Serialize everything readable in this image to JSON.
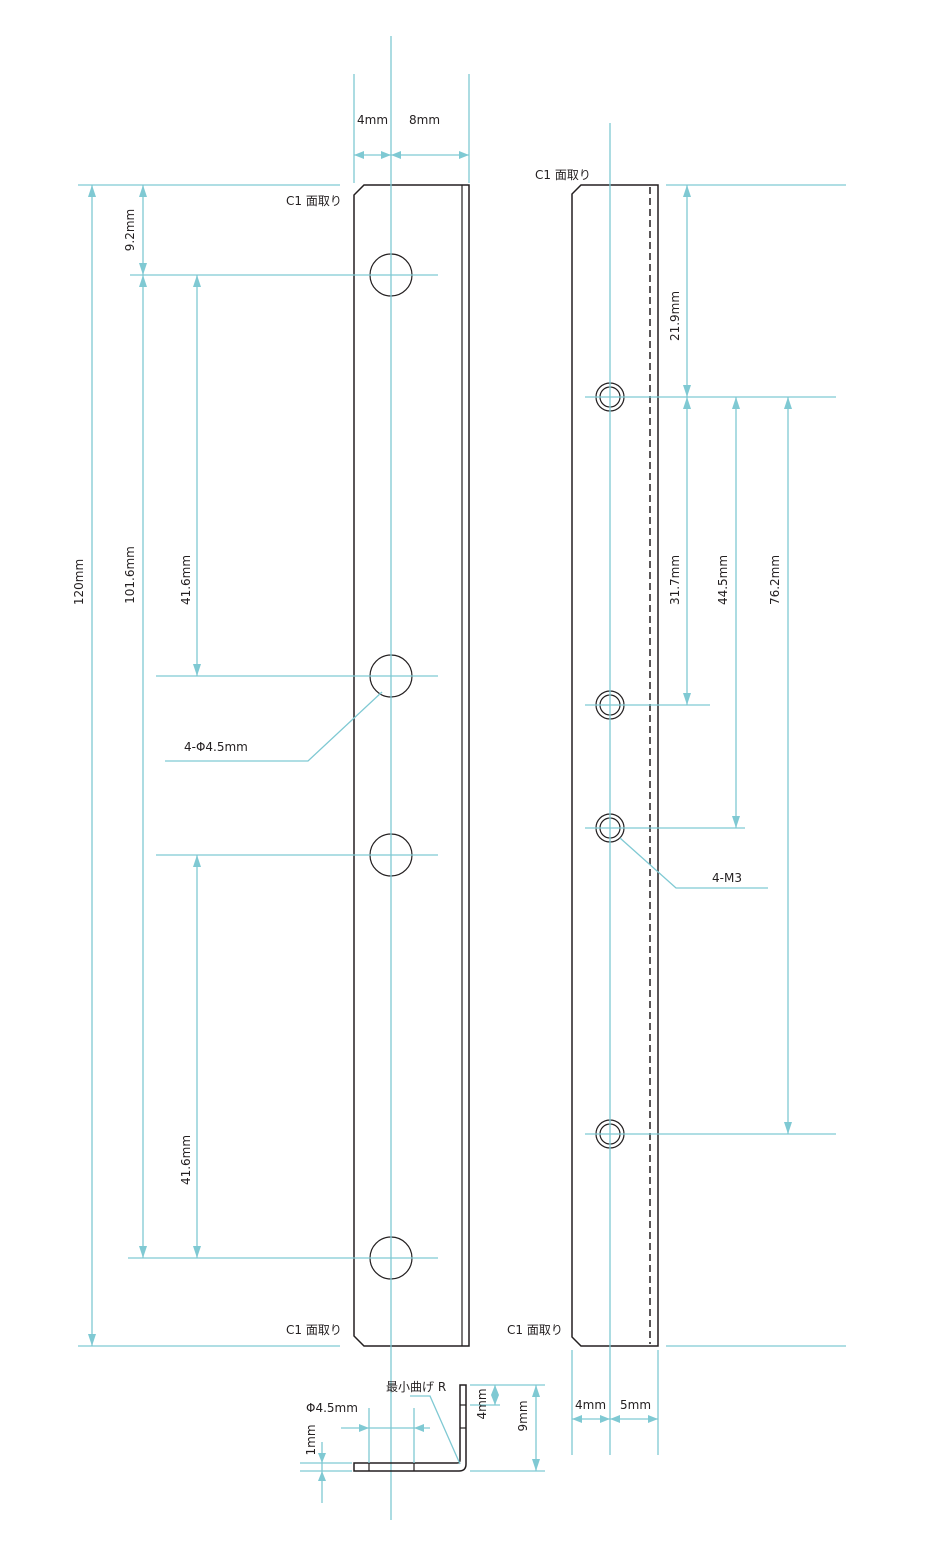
{
  "labels": {
    "chamfer_front_top": "C1 面取り",
    "chamfer_front_bottom": "C1 面取り",
    "chamfer_side_top": "C1 面取り",
    "chamfer_side_bottom": "C1 面取り",
    "hole_note_front": "4-Φ4.5mm",
    "hole_note_side": "4-M3",
    "min_bend_radius": "最小曲げ R",
    "hole_dia_section": "Φ4.5mm"
  },
  "dimensions": {
    "top_4mm": "4mm",
    "top_8mm": "8mm",
    "dim_9_2": "9.2mm",
    "dim_120": "120mm",
    "dim_101_6": "101.6mm",
    "dim_41_6_a": "41.6mm",
    "dim_41_6_b": "41.6mm",
    "dim_21_9": "21.9mm",
    "dim_31_7": "31.7mm",
    "dim_44_5": "44.5mm",
    "dim_76_2": "76.2mm",
    "side_4mm": "4mm",
    "side_5mm": "5mm",
    "sec_4mm": "4mm",
    "sec_9mm": "9mm",
    "sec_1mm": "1mm"
  },
  "colors": {
    "part_line": "#231f20",
    "dimension_line": "#7fc9d3",
    "background": "#ffffff"
  }
}
